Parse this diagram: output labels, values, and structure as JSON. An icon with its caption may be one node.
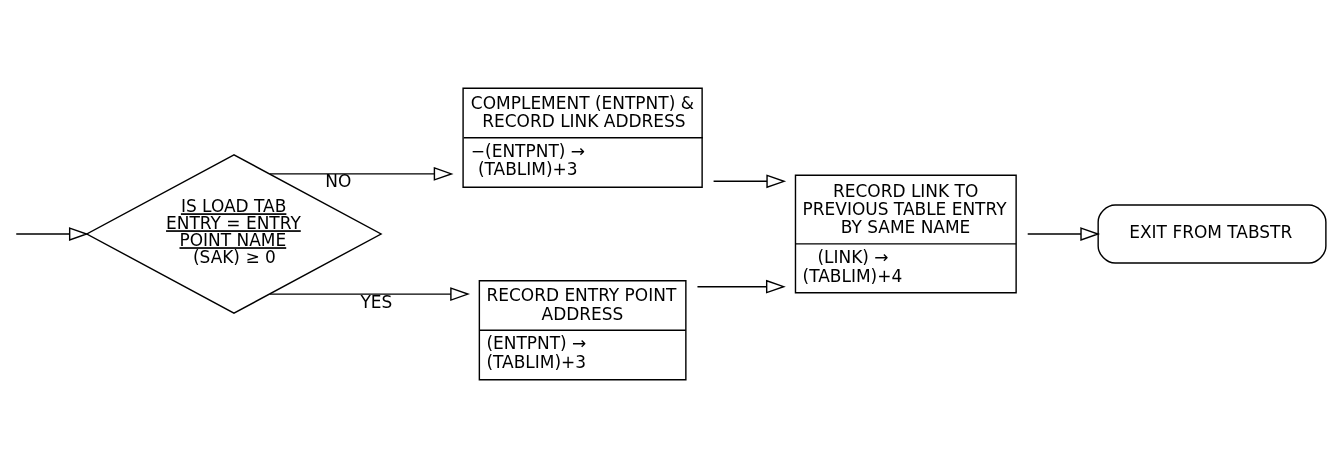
{
  "diagram": {
    "nodes": [
      {
        "text": [
          "IS LOAD TAB ENTRY = ENTRY POINT NAME",
          "(SAK) ≥ 0"
        ]
      },
      {
        "text": [
          "COMPLEMENT (ENTPNT) & RECORD LINK ADDRESS",
          "−(ENTPNT) → (TABLIM)+3"
        ]
      },
      {
        "text": [
          "RECORD ENTRY POINT ADDRESS",
          "(ENTPNT) → (TABLIM)+3"
        ]
      },
      {
        "text": [
          "RECORD LINK TO PREVIOUS TABLE ENTRY BY SAME NAME",
          "(LINK) → (TABLIM)+4"
        ]
      },
      {
        "text": [
          "EXIT FROM TABSTR"
        ]
      }
    ],
    "edges": [
      {
        "from": null,
        "to": 0,
        "arrow": "to"
      },
      {
        "from": 0,
        "to": 1,
        "arrow": "to",
        "label": "NO"
      },
      {
        "from": 0,
        "to": 2,
        "arrow": "to",
        "label": "YES"
      },
      {
        "from": 1,
        "to": 3,
        "arrow": "to"
      },
      {
        "from": 2,
        "to": 3,
        "arrow": "to"
      },
      {
        "from": 3,
        "to": 4,
        "arrow": "to"
      }
    ]
  }
}
